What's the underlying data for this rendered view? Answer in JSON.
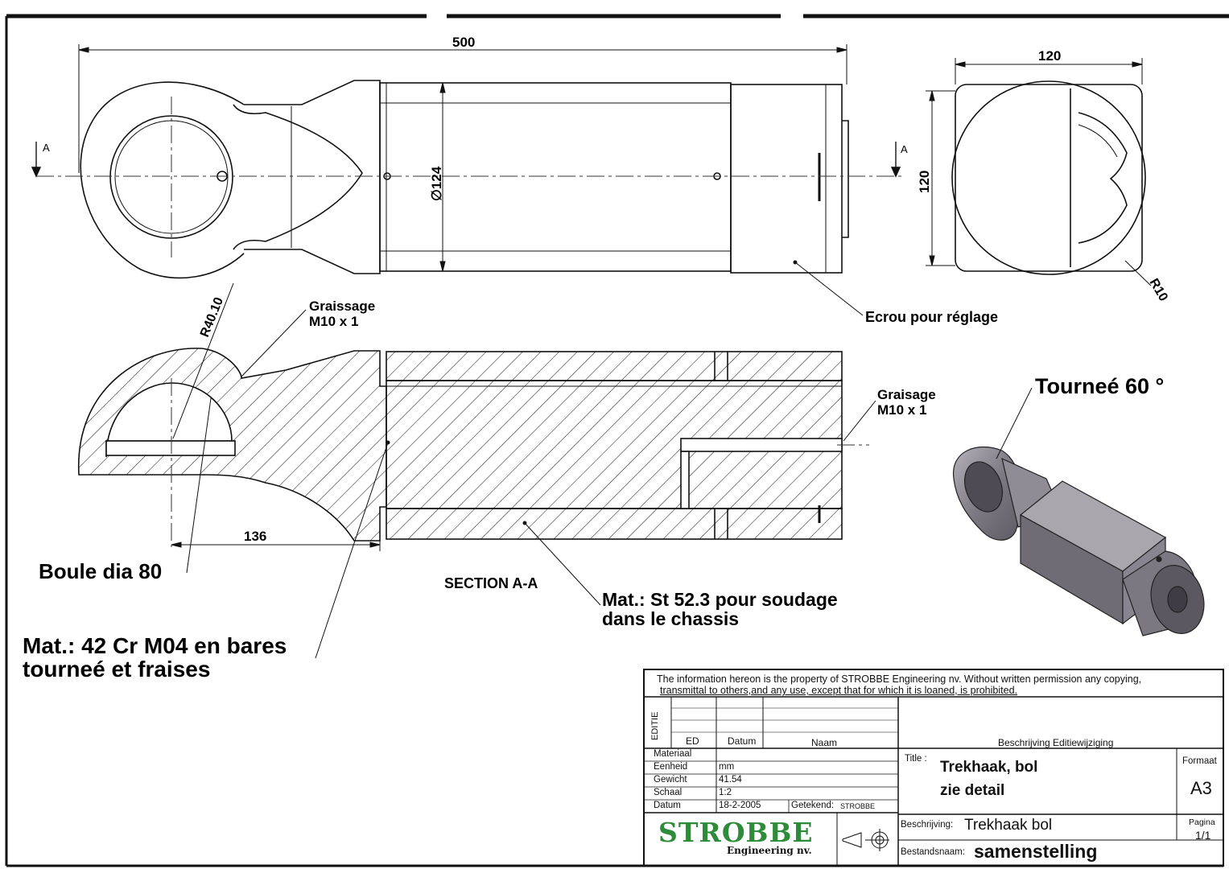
{
  "dimensions": {
    "overall_length": "500",
    "diameter": "∅124",
    "end_width": "120",
    "end_height": "120",
    "radius_corner": "R10",
    "radius_ball": "R40.10",
    "offset": "136"
  },
  "section_marks": {
    "left": "A",
    "right": "A"
  },
  "annotations": {
    "nut": "Ecrou pour réglage",
    "grease_top_1": "Graissage",
    "grease_top_2": "M10 x 1",
    "grease_right_1": "Graisage",
    "grease_right_2": "M10 x 1",
    "turned": "Tourneé 60 °",
    "ball": "Boule dia 80",
    "section": "SECTION A-A",
    "mat_tube_1": "Mat.: St 52.3 pour soudage",
    "mat_tube_2": "dans le chassis",
    "mat_main_1": "Mat.: 42 Cr M04 en bares",
    "mat_main_2": "tourneé et fraises"
  },
  "title_block": {
    "notice_1": "The information hereon is the property of STROBBE Engineering nv. Without written permission any copying,",
    "notice_2": "transmittal to others,and any use, except that for which it is loaned, is prohibited.",
    "editie": "EDITIE",
    "col_ed": "ED",
    "col_datum": "Datum",
    "col_naam": "Naam",
    "col_beschrijving": "Beschrijving Editiewijziging",
    "materiaal_label": "Materiaal",
    "materiaal_value": "",
    "eenheid_label": "Eenheid",
    "eenheid_value": "mm",
    "gewicht_label": "Gewicht",
    "gewicht_value": "41.54",
    "schaal_label": "Schaal",
    "schaal_value": "1:2",
    "datum_label": "Datum",
    "datum_value": "18-2-2005",
    "getekend_label": "Getekend:",
    "getekend_value": "STROBBE",
    "title_label": "Title :",
    "title_1": "Trekhaak, bol",
    "title_2": "zie detail",
    "formaat_label": "Formaat",
    "formaat_value": "A3",
    "beschrijving_label": "Beschrijving:",
    "beschrijving_value": "Trekhaak bol",
    "pagina_label": "Pagina",
    "pagina_value": "1/1",
    "bestandsnaam_label": "Bestandsnaam:",
    "bestandsnaam_value": "samenstelling",
    "company": "STROBBE",
    "company_sub": "Engineering nv."
  },
  "colors": {
    "line": "#111111",
    "logo_green": "#2e8b3a",
    "iso_body": "#8a8790"
  }
}
